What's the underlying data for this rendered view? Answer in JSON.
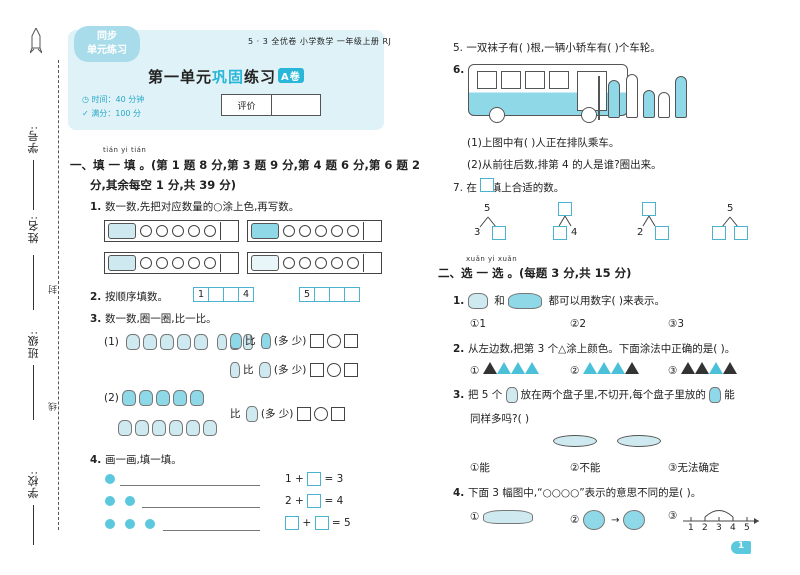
{
  "sidebar": {
    "id_label": "学号:",
    "name_label": "姓名:",
    "class_label": "班级:",
    "school_label": "学校:",
    "feng": "封",
    "xian": "线"
  },
  "header": {
    "badge_line1": "同步",
    "badge_line2": "单元练习",
    "series": "5 · 3 全优卷   小学数学   一年级上册   RJ",
    "title_pre": "第一单元",
    "title_hl": "巩固",
    "title_post": "练习",
    "title_tag": "A卷",
    "time": "时间：40 分钟",
    "full_score": "满分：100 分",
    "score_label": "评价"
  },
  "section1": {
    "pinyin": "tián  yi  tián",
    "title": "一、填 一 填 。(第 1 题 8 分,第 3 题 9 分,第 4 题 6 分,第 6 题 2",
    "title2": "分,其余每空 1 分,共 39 分)",
    "q1": "数一数,先把对应数量的○涂上色,再写数。",
    "q2": "按顺序填数。",
    "q2_seq1": [
      "1",
      "",
      "",
      "4"
    ],
    "q2_seq2": [
      "5",
      "",
      "",
      ""
    ],
    "q3": "数一数,圈一圈,比一比。",
    "q3_1_label": "(1)",
    "q3_2_label": "(2)",
    "q3_cmp1": "比",
    "q3_cmp2": "(多    少)",
    "q4": "画一画,填一填。",
    "q4_eq1": [
      "1",
      "+",
      "",
      "= 3"
    ],
    "q4_eq2": [
      "2",
      "+",
      "",
      "= 4"
    ],
    "q4_eq3": [
      "",
      "+",
      "",
      "= 5"
    ]
  },
  "right_top": {
    "q5": "5. 一双袜子有(    )根,一辆小轿车有(    )个车轮。",
    "q6_num": "6.",
    "q6_1": "(1)上图中有(    )人正在排队乘车。",
    "q6_2": "(2)从前往后数,排第 4 的人是谁?圈出来。",
    "q7": "7. 在    里填上合适的数。",
    "trees": [
      {
        "top": "5",
        "left": "3",
        "right": ""
      },
      {
        "top": "",
        "left": "",
        "right": "4"
      },
      {
        "top": "",
        "left": "2",
        "right": ""
      },
      {
        "top": "5",
        "left": "",
        "right": ""
      }
    ]
  },
  "section2": {
    "pinyin": "xuǎn  yi  xuǎn",
    "title": "二、选 一 选 。(每题 3 分,共 15 分)",
    "q1": "都可以用数字(    )来表示。",
    "q1_and": "和",
    "q1_opts": [
      "①1",
      "②2",
      "③3"
    ],
    "q2": "从左边数,把第 3 个△涂上颜色。下面涂法中正确的是(    )。",
    "q2_opts": [
      "①",
      "②",
      "③"
    ],
    "q3a": "把 5 个",
    "q3b": "放在两个盘子里,不切开,每个盘子里放的",
    "q3c": "能",
    "q3d": "同样多吗?(    )",
    "q3_opts": [
      "①能",
      "②不能",
      "③无法确定"
    ],
    "q4": "下面 3 幅图中,“○○○○”表示的意思不同的是(    )。",
    "q4_opts": [
      "①",
      "②",
      "③"
    ],
    "numline": [
      "1",
      "2",
      "3",
      "4",
      "5"
    ]
  },
  "page_number": "1",
  "colors": {
    "accent": "#29b6d8",
    "light": "#dff2f7"
  }
}
